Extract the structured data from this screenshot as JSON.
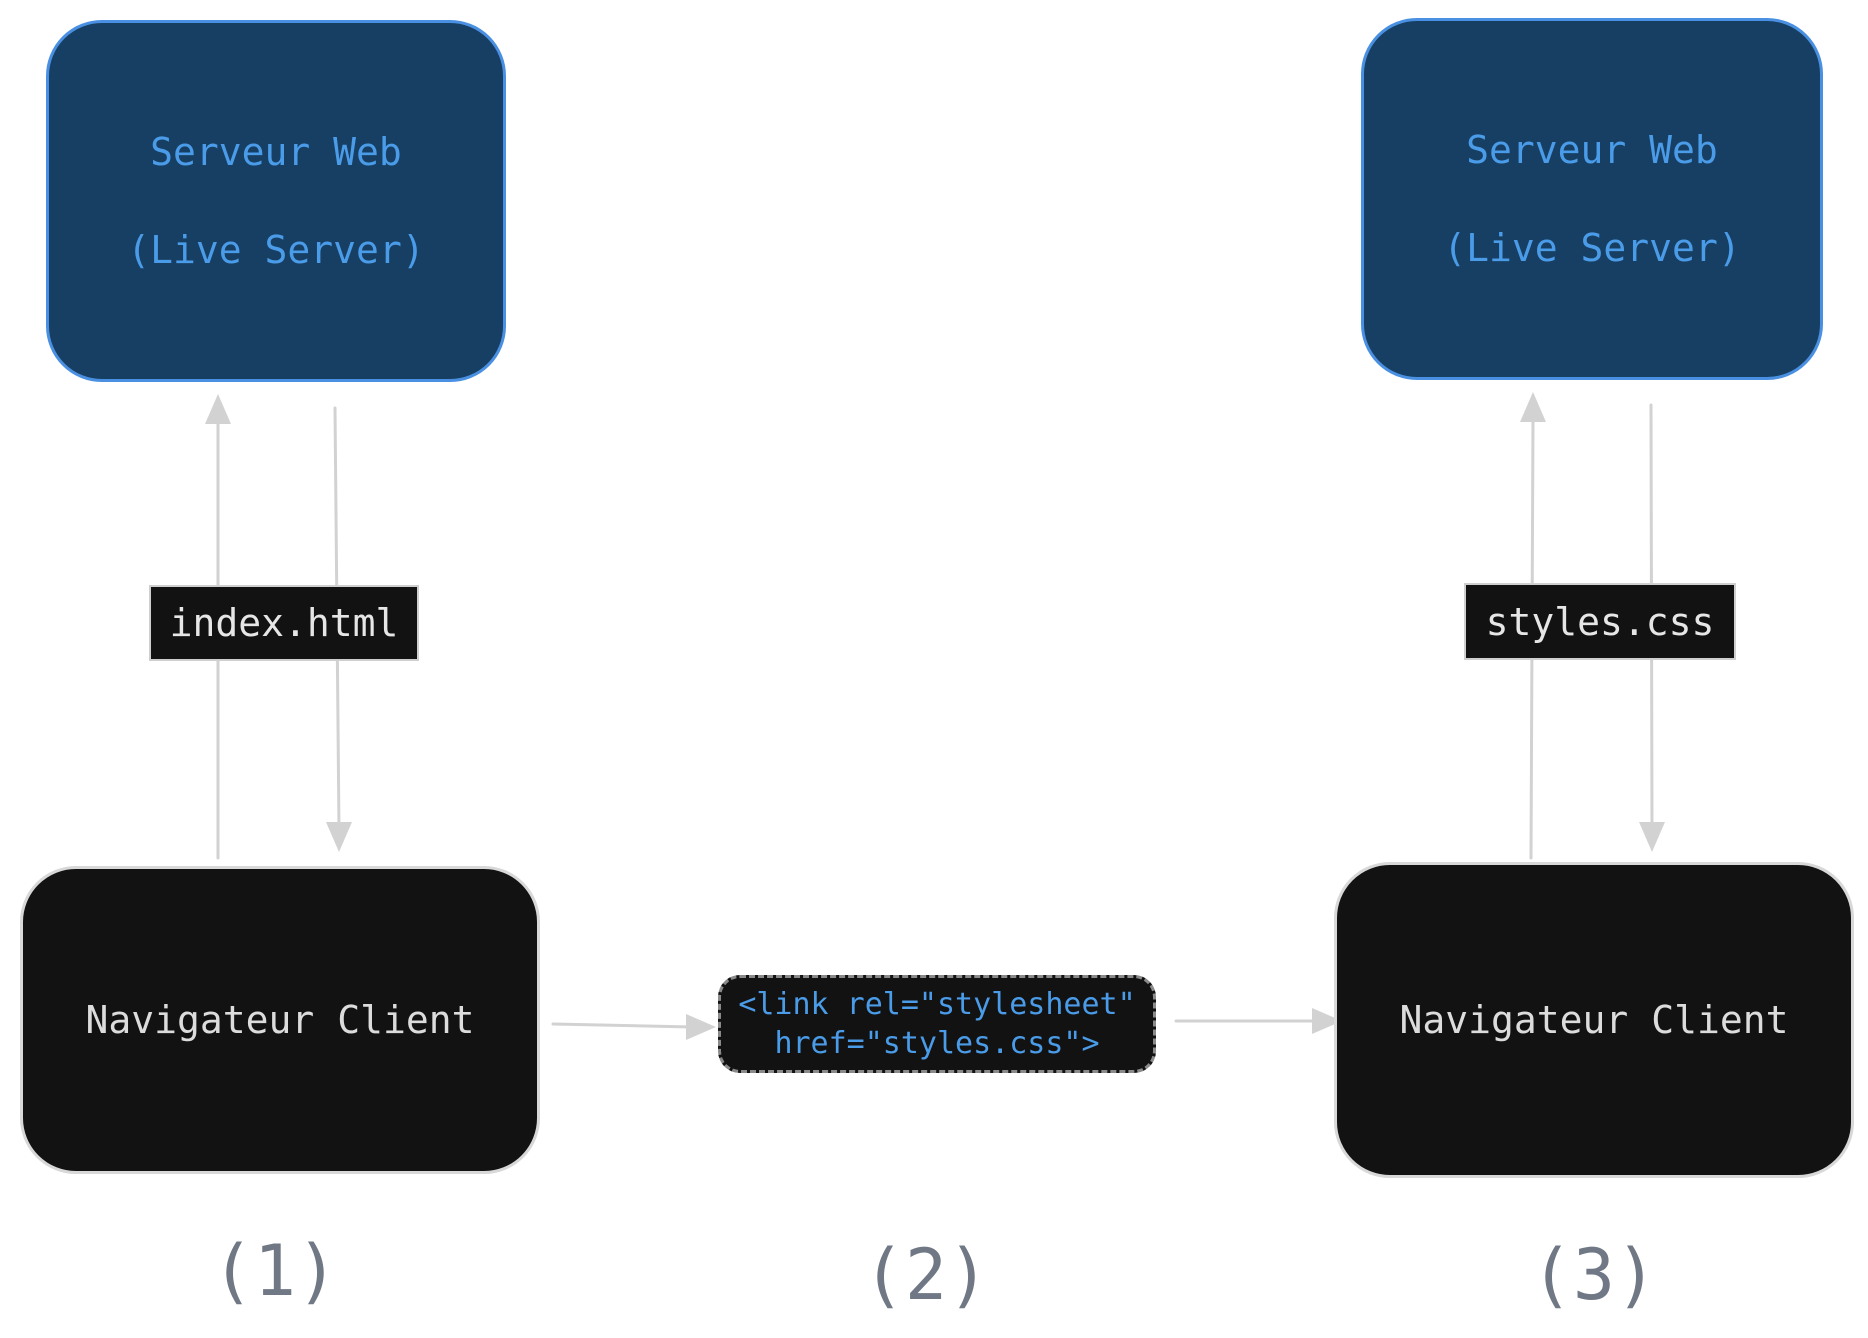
{
  "diagram": {
    "columns": [
      {
        "server": {
          "line1": "Serveur Web",
          "line2": "(Live Server)"
        },
        "file": "index.html",
        "client": "Navigateur Client",
        "step": "(1)"
      },
      {
        "code": {
          "line1": "<link rel=\"stylesheet\"",
          "line2": "href=\"styles.css\">"
        },
        "step": "(2)"
      },
      {
        "server": {
          "line1": "Serveur Web",
          "line2": "(Live Server)"
        },
        "file": "styles.css",
        "client": "Navigateur Client",
        "step": "(3)"
      }
    ],
    "colors": {
      "server_fill": "#173f63",
      "server_stroke": "#4a90e2",
      "server_text": "#4a9be8",
      "client_fill": "#121212",
      "client_stroke": "#d8d8d8",
      "arrow": "#d2d2d2",
      "step_text": "#6f7884"
    }
  }
}
